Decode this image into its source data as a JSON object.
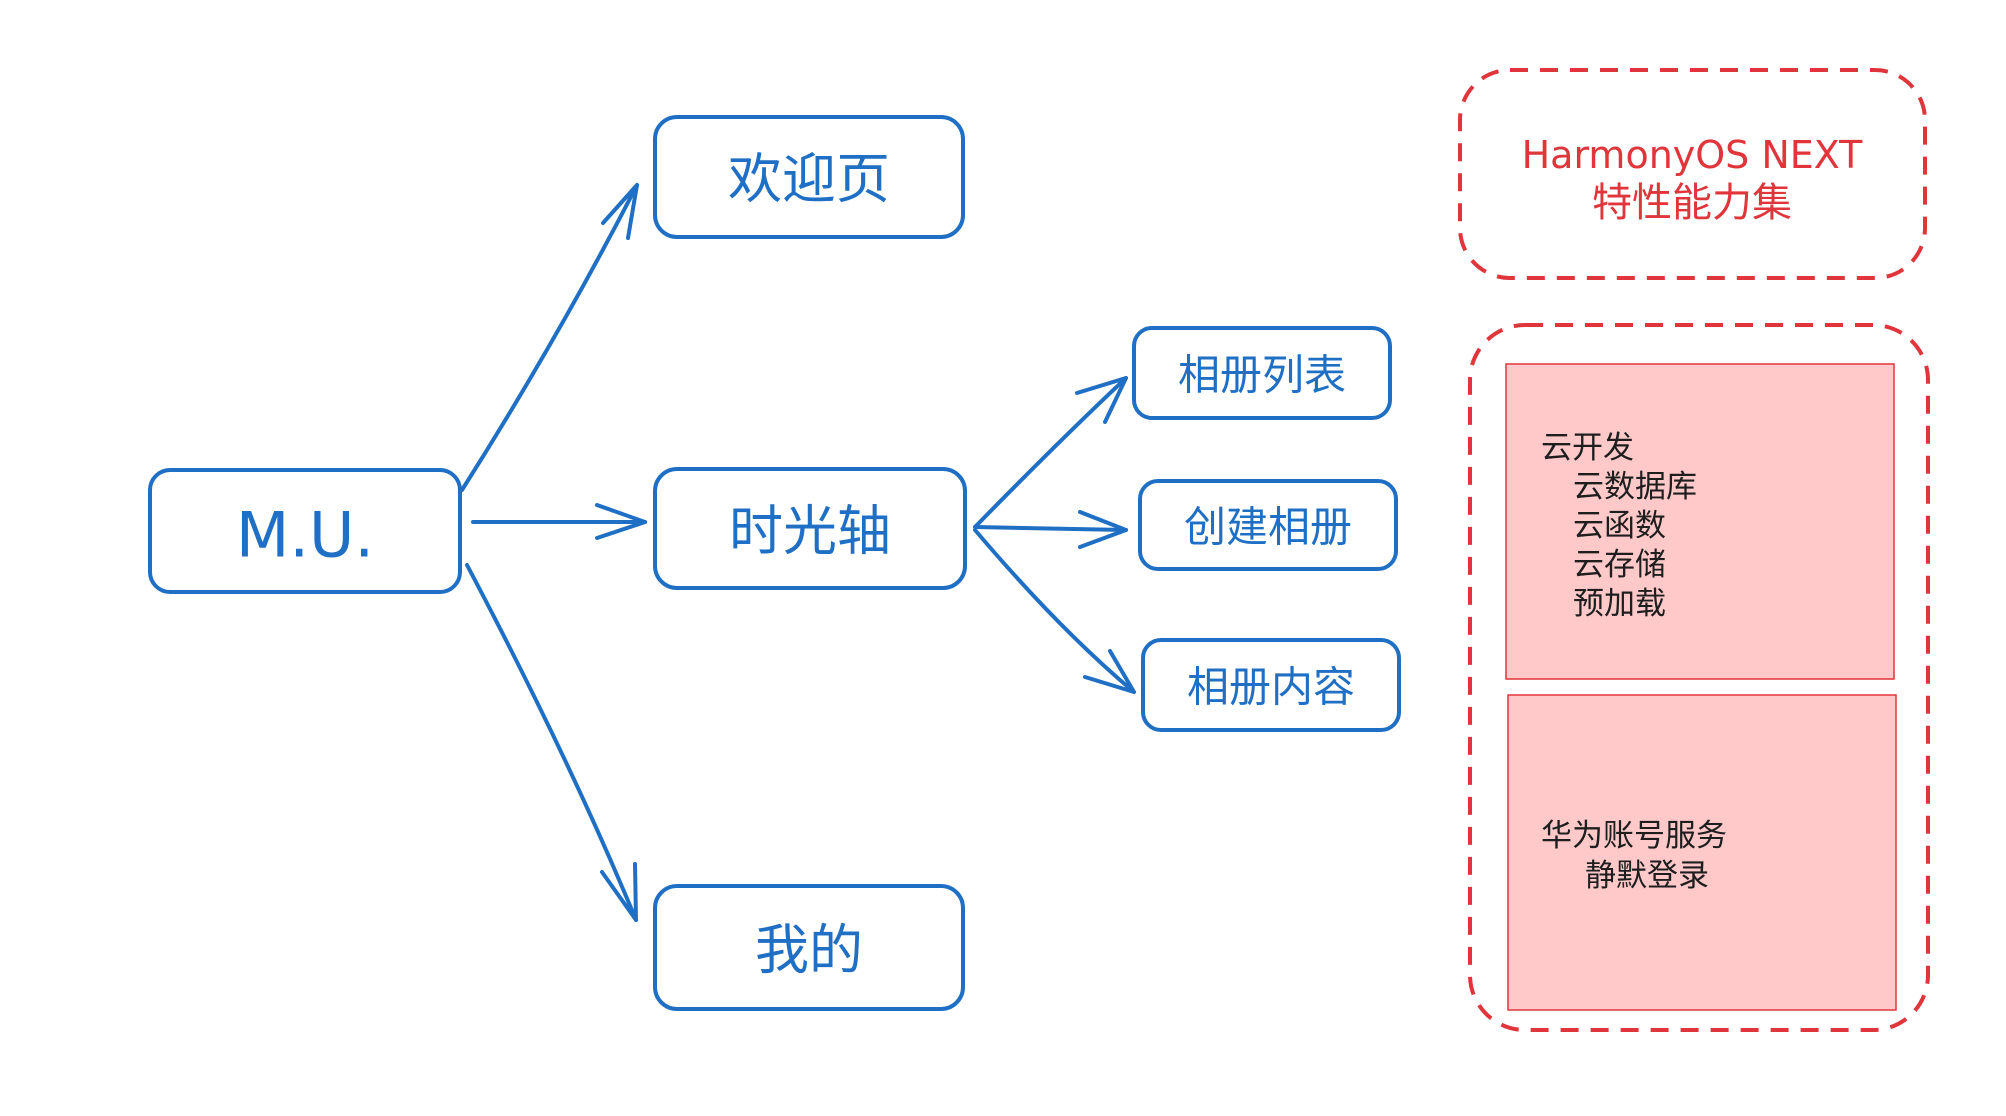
{
  "nodes": {
    "root": "M.U.",
    "welcome": "欢迎页",
    "timeline": "时光轴",
    "mine": "我的",
    "album_list": "相册列表",
    "create_album": "创建相册",
    "album_content": "相册内容"
  },
  "features_title": {
    "line1": "HarmonyOS NEXT",
    "line2": "特性能力集"
  },
  "cloud_panel": {
    "heading": "云开发",
    "items": [
      "云数据库",
      "云函数",
      "云存储",
      "预加载"
    ]
  },
  "account_panel": {
    "heading": "华为账号服务",
    "items": [
      "静默登录"
    ]
  },
  "colors": {
    "node_stroke": "#1f6fc4",
    "feature_stroke": "#e0353b",
    "panel_fill": "#ffc9c9"
  }
}
